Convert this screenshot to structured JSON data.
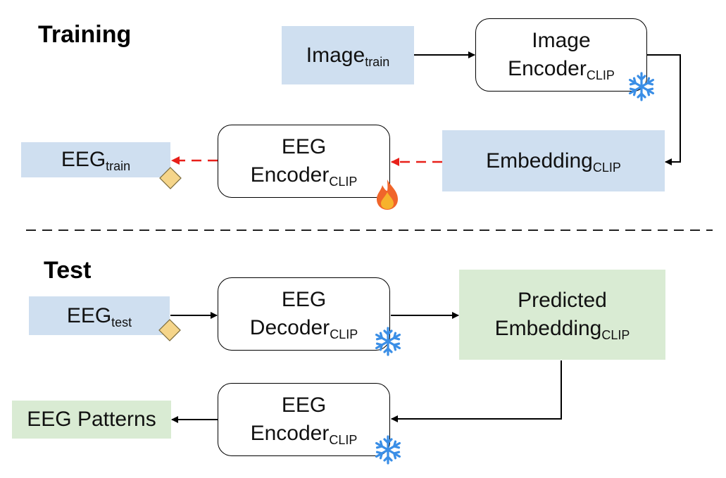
{
  "sections": {
    "training_title": "Training",
    "test_title": "Test"
  },
  "training": {
    "image_train": {
      "main": "Image",
      "sub": "train"
    },
    "image_encoder": {
      "line1": "Image",
      "line2": "Encoder",
      "sub": "CLIP"
    },
    "embedding": {
      "main": "Embedding",
      "sub": "CLIP"
    },
    "eeg_encoder": {
      "line1": "EEG",
      "line2": "Encoder",
      "sub": "CLIP"
    },
    "eeg_train": {
      "main": "EEG",
      "sub": "train"
    }
  },
  "test": {
    "eeg_test": {
      "main": "EEG",
      "sub": "test"
    },
    "eeg_decoder": {
      "line1": "EEG",
      "line2": "Decoder",
      "sub": "CLIP"
    },
    "predicted_embedding": {
      "line1": "Predicted",
      "line2": "Embedding",
      "sub": "CLIP"
    },
    "eeg_encoder": {
      "line1": "EEG",
      "line2": "Encoder",
      "sub": "CLIP"
    },
    "eeg_patterns": "EEG Patterns"
  },
  "icons": {
    "frozen": "snowflake-icon",
    "trainable": "flame-icon",
    "signal": "diamond-icon"
  },
  "colors": {
    "input_blue": "#cfdff0",
    "output_green": "#d9ebd3",
    "gradient_arrow": "#e8201a",
    "snowflake": "#3a8ee6",
    "diamond": "#f5d58a"
  }
}
